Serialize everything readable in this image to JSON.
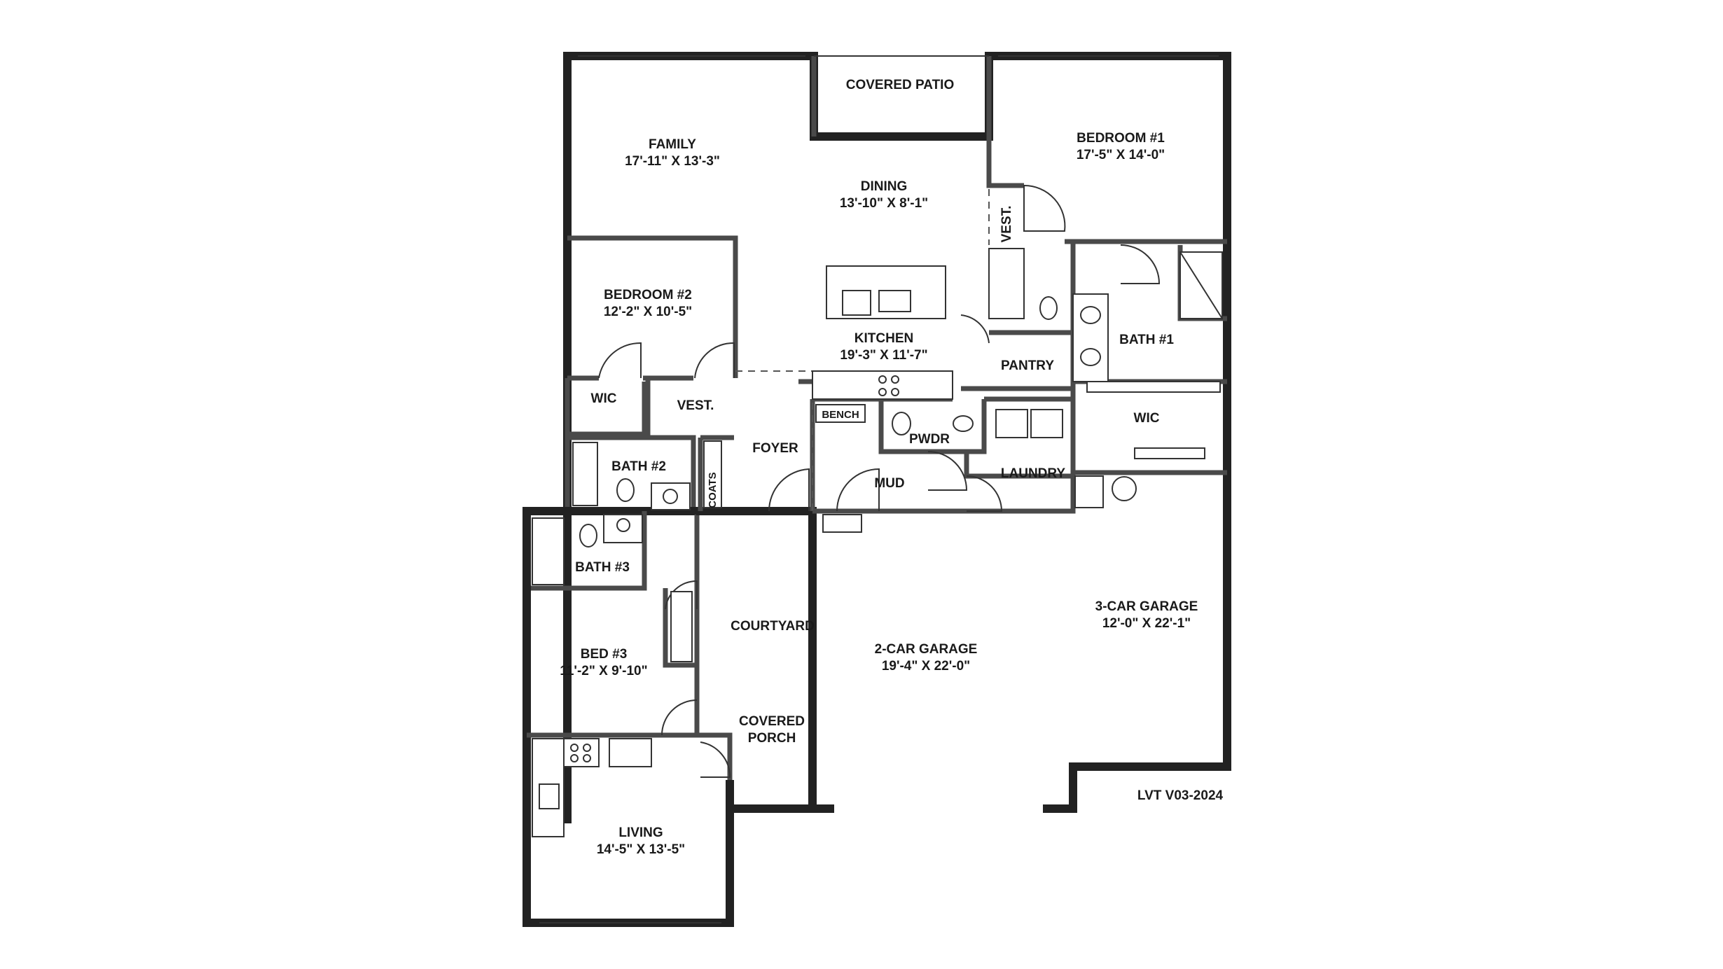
{
  "plan_version": "LVT V03-2024",
  "rooms": {
    "covered_patio": {
      "name": "COVERED PATIO"
    },
    "family": {
      "name": "FAMILY",
      "size": "17'-11\" X 13'-3\""
    },
    "dining": {
      "name": "DINING",
      "size": "13'-10\" X 8'-1\""
    },
    "bedroom1": {
      "name": "BEDROOM #1",
      "size": "17'-5\" X 14'-0\""
    },
    "vest_master": {
      "name": "VEST."
    },
    "bedroom2": {
      "name": "BEDROOM #2",
      "size": "12'-2\" X 10'-5\""
    },
    "kitchen": {
      "name": "KITCHEN",
      "size": "19'-3\" X 11'-7\""
    },
    "pantry": {
      "name": "PANTRY"
    },
    "bath1": {
      "name": "BATH #1"
    },
    "wic1": {
      "name": "WIC"
    },
    "wic2": {
      "name": "WIC"
    },
    "vest_front": {
      "name": "VEST."
    },
    "bench": {
      "name": "BENCH"
    },
    "pwdr": {
      "name": "PWDR"
    },
    "foyer": {
      "name": "FOYER"
    },
    "bath2": {
      "name": "BATH #2"
    },
    "coats": {
      "name": "COATS"
    },
    "mud": {
      "name": "MUD"
    },
    "laundry": {
      "name": "LAUNDRY"
    },
    "bath3": {
      "name": "BATH #3"
    },
    "garage3": {
      "name": "3-CAR GARAGE",
      "size": "12'-0\" X 22'-1\""
    },
    "courtyard": {
      "name": "COURTYARD"
    },
    "bed3": {
      "name": "BED #3",
      "size": "11'-2\" X 9'-10\""
    },
    "garage2": {
      "name": "2-CAR GARAGE",
      "size": "19'-4\" X 22'-0\""
    },
    "covered_porch": {
      "name_line1": "COVERED",
      "name_line2": "PORCH"
    },
    "living": {
      "name": "LIVING",
      "size": "14'-5\" X 13'-5\""
    }
  },
  "colors": {
    "wall": "#222222",
    "background": "#ffffff",
    "text": "#1a1a1a"
  }
}
